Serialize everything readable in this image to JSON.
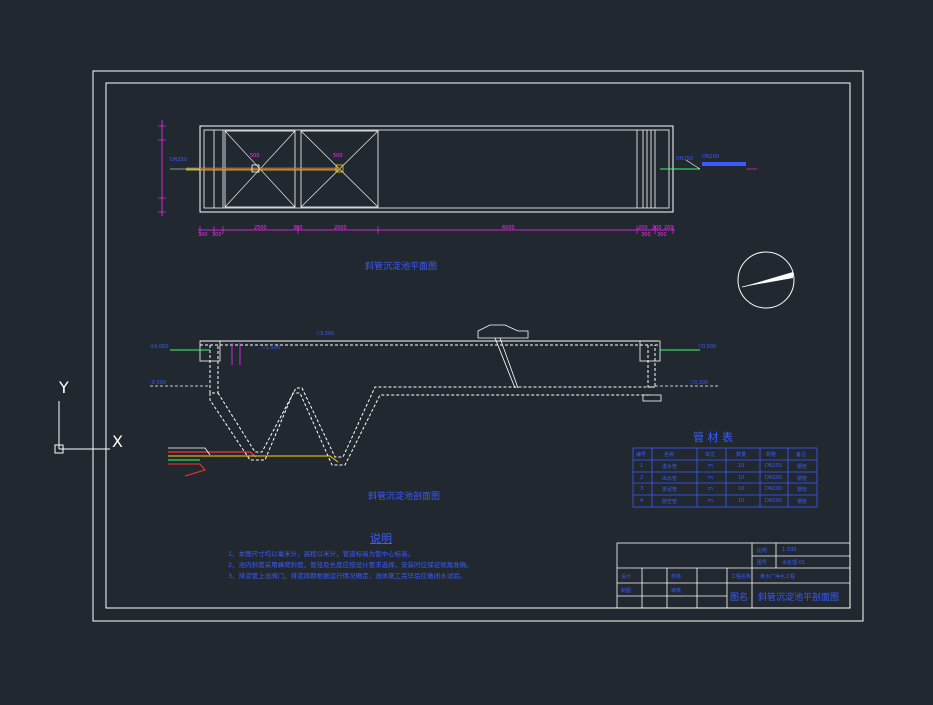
{
  "ucs": {
    "y_label": "Y",
    "x_label": "X"
  },
  "plan": {
    "title": "斜管沉淀池平面图",
    "dim_labels": [
      "300",
      "300",
      "2500",
      "300",
      "2000",
      "6000",
      "200",
      "200",
      "200",
      "300",
      "300",
      "500",
      "500"
    ],
    "pipe_labels": [
      "DN150",
      "DN150",
      "DN200"
    ]
  },
  "section": {
    "title": "斜管沉淀池剖面图",
    "elev_labels": [
      "±0.000",
      "-0.500",
      "▽1.500",
      "▽0.500",
      "▽0.300",
      "▽3.300"
    ]
  },
  "materials": {
    "title": "管 材 表",
    "headers": [
      "编号",
      "名称",
      "单位",
      "数量",
      "规格",
      "备注"
    ],
    "rows": [
      [
        "1",
        "进水管",
        "m",
        "10",
        "DN200",
        "钢管"
      ],
      [
        "2",
        "出水管",
        "m",
        "10",
        "DN200",
        "钢管"
      ],
      [
        "3",
        "排泥管",
        "m",
        "10",
        "DN200",
        "钢管"
      ],
      [
        "4",
        "放空管",
        "m",
        "10",
        "DN200",
        "钢管"
      ]
    ]
  },
  "notes": {
    "title": "说明",
    "lines": [
      "1、本图尺寸均以毫米计，高程以米计，管道标高为管中心标高。",
      "2、池内斜管采用蜂窝斜管，管径及长度应按设计要求选择，安装时应保证倾角准确。",
      "3、排泥管上设阀门，排泥周期根据运行情况确定，池体施工完毕后应做闭水试验。"
    ]
  },
  "title_block": {
    "scale_label": "比例",
    "scale_value": "1:100",
    "sheet_label": "图号",
    "sheet_value": "水处理-01",
    "design": "设计",
    "check": "校核",
    "draw": "制图",
    "approve": "审核",
    "project_label": "工程名称",
    "project_value": "某水厂净水工程",
    "drawing_label": "图名",
    "drawing_value": "斜管沉淀池平剖面图"
  }
}
